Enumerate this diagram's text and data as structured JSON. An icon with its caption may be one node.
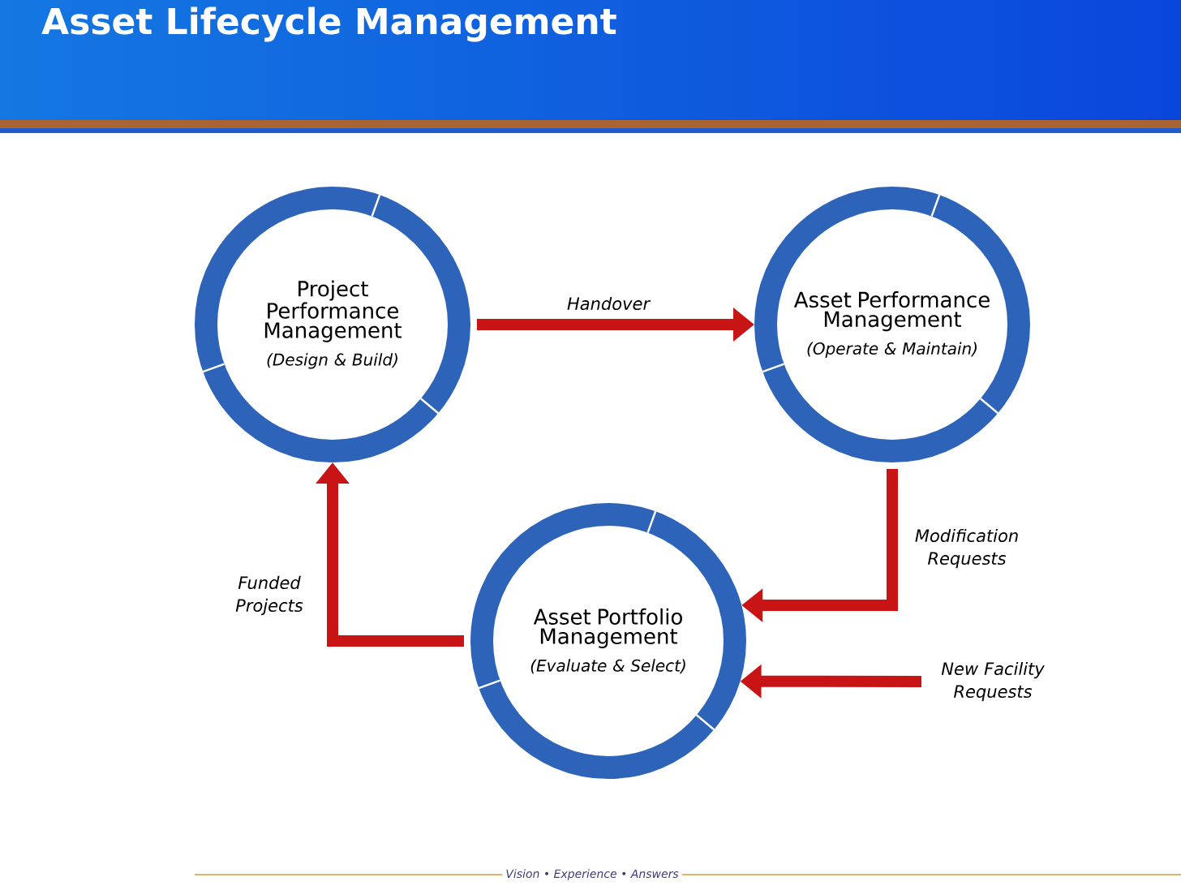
{
  "diagram": {
    "title": "Asset Lifecycle Management",
    "nodes": [
      {
        "text": [
          "Project Performance Management",
          "(Design & Build)"
        ]
      },
      {
        "text": [
          "Asset Performance Management",
          "(Operate & Maintain)"
        ]
      },
      {
        "text": [
          "Asset Portfolio Management",
          "(Evaluate & Select)"
        ]
      }
    ],
    "edges": [
      {
        "from": 0,
        "to": 1,
        "arrow": "to",
        "label": "Handover"
      },
      {
        "from": 1,
        "to": 2,
        "arrow": "to",
        "label": "Modification Requests"
      },
      {
        "from": null,
        "to": 2,
        "arrow": "to",
        "label": "New Facility Requests"
      },
      {
        "from": 2,
        "to": 0,
        "arrow": "to",
        "label": "Funded Projects"
      }
    ],
    "labels": [
      "Vision • Experience • Answers"
    ]
  }
}
